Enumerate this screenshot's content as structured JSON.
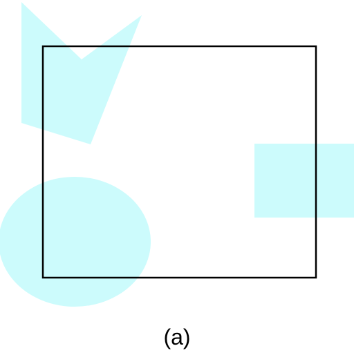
{
  "figure": {
    "caption": "(a)"
  },
  "colors": {
    "shape_fill": "#ccfbfc",
    "frame_stroke": "#000000",
    "background": "#ffffff"
  },
  "shapes": [
    {
      "kind": "polygon",
      "name": "arrowhead-shape"
    },
    {
      "kind": "ellipse",
      "name": "ellipse-shape"
    },
    {
      "kind": "rectangle",
      "name": "rectangle-shape"
    }
  ]
}
